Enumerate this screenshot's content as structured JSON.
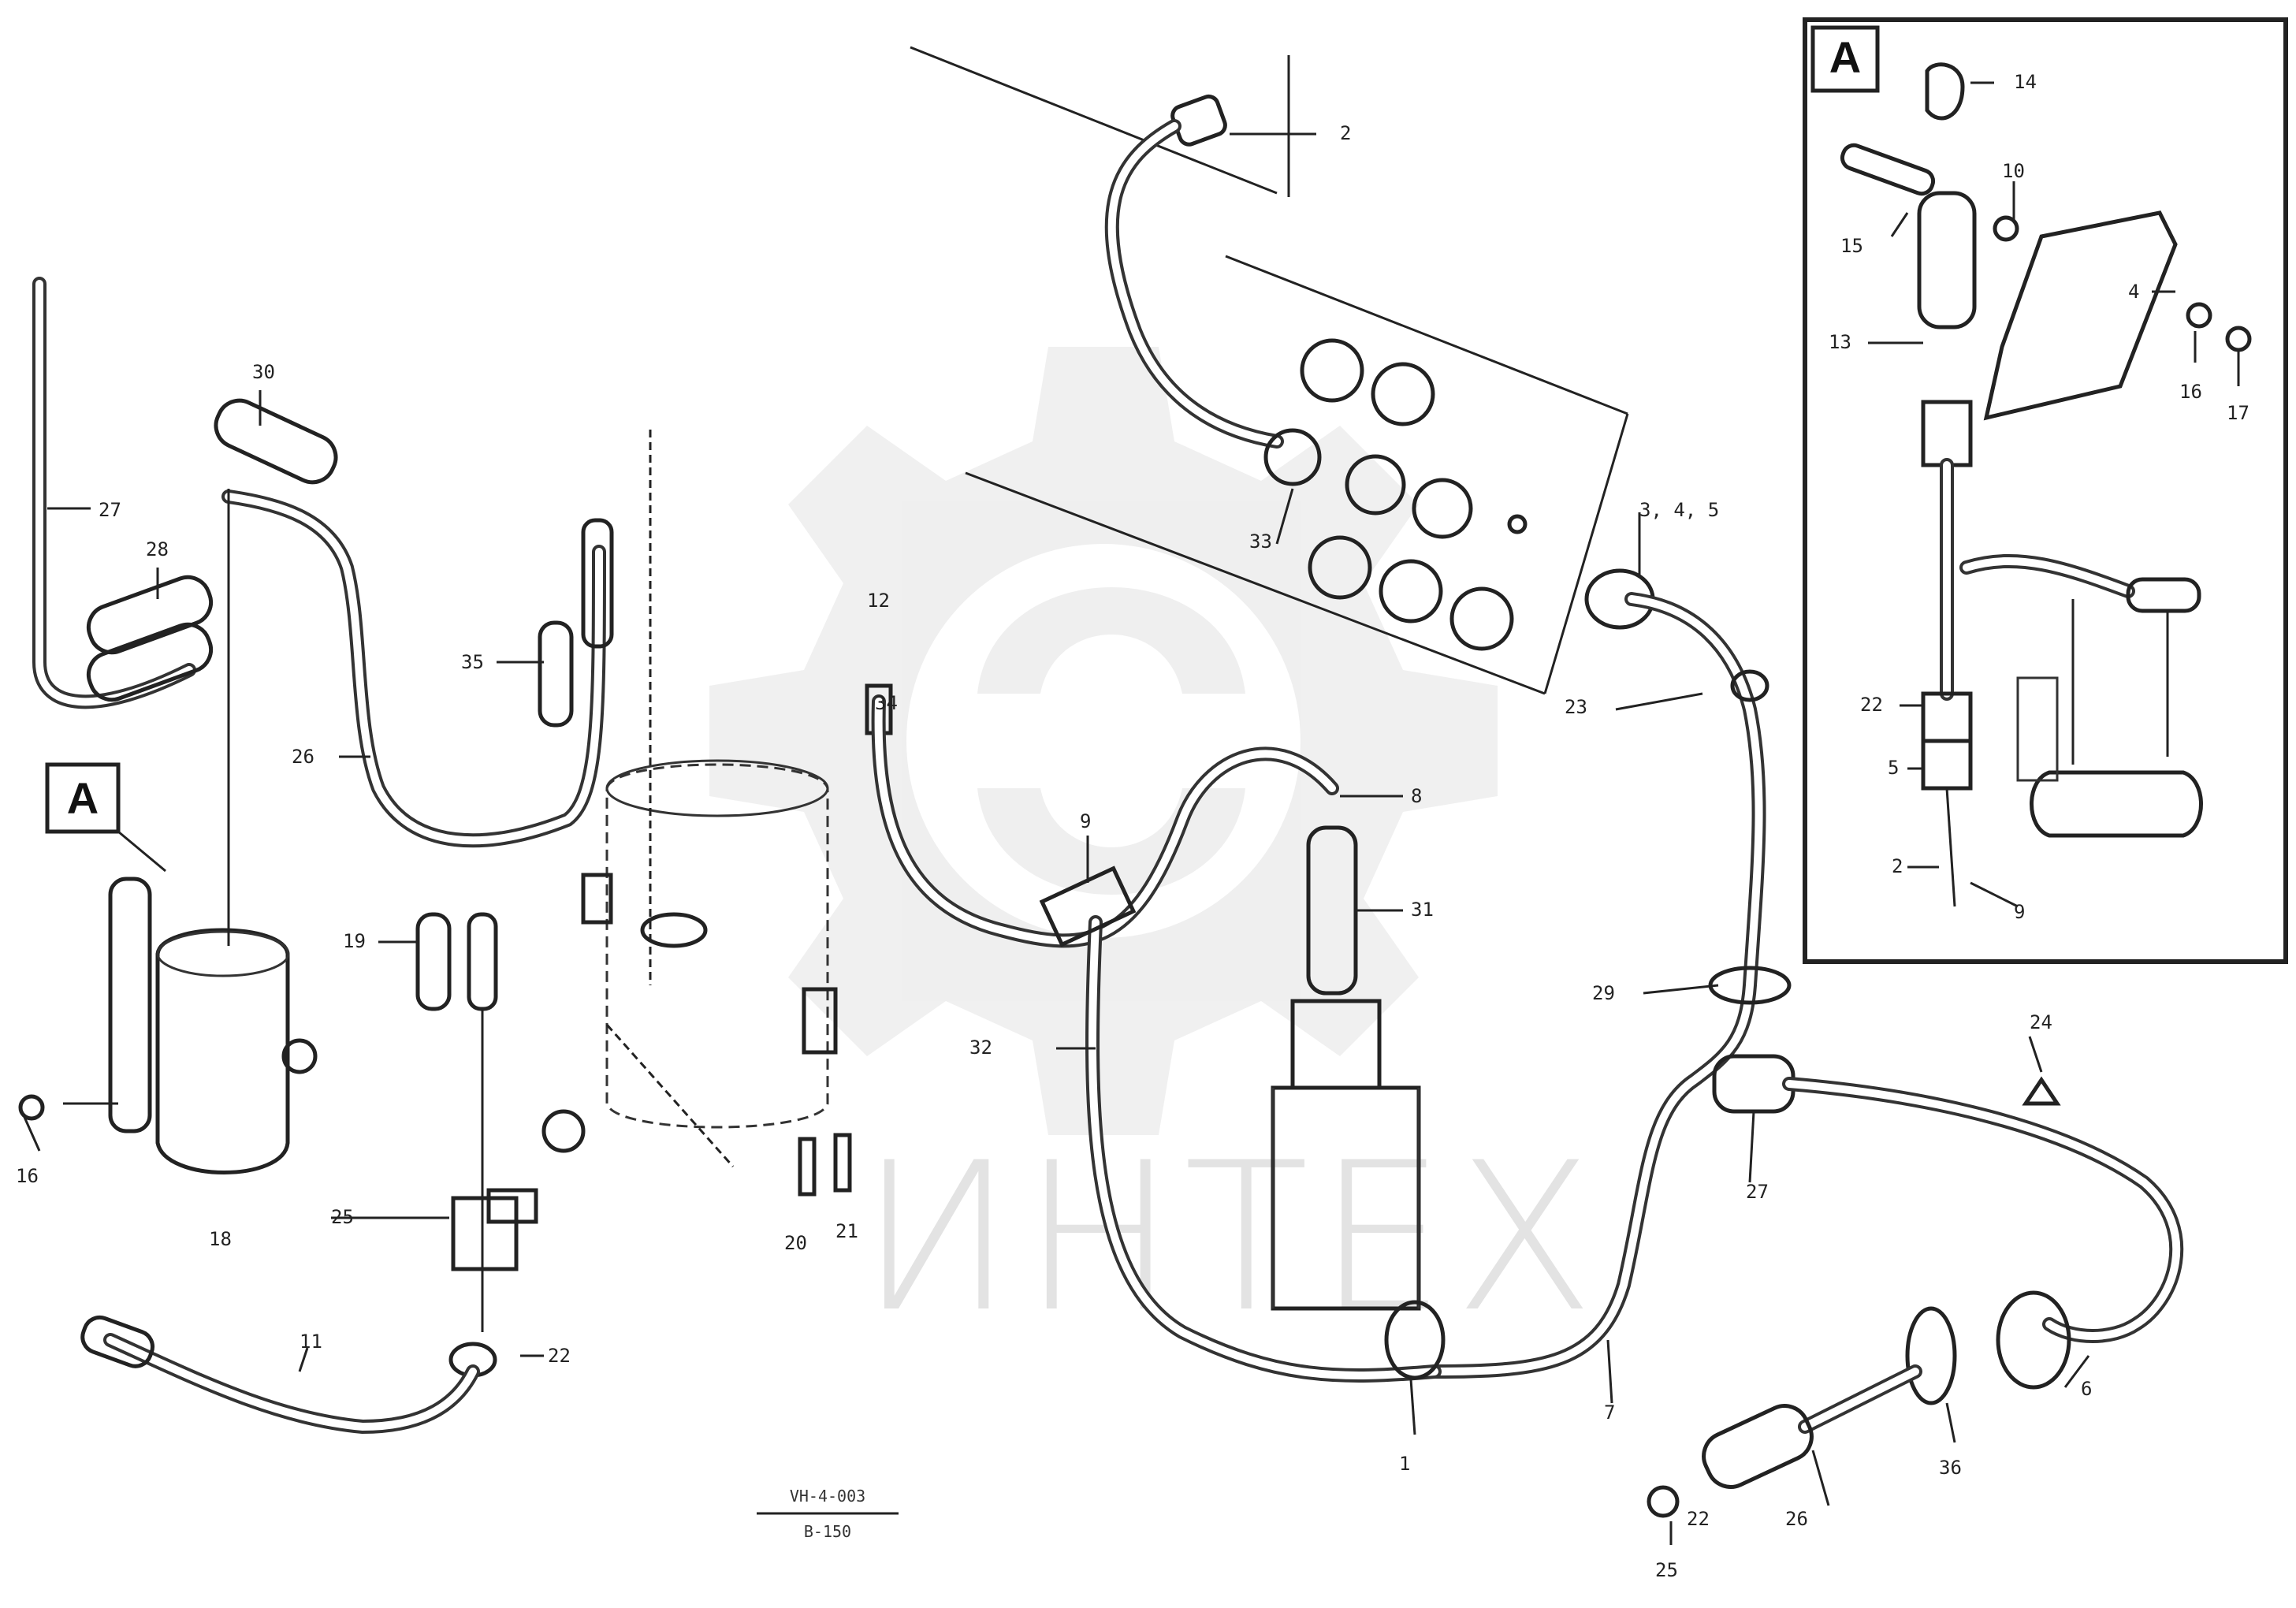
{
  "watermark": {
    "text": "ИНТЕХ",
    "icon": "gear-logo-icon"
  },
  "detail_callouts": {
    "left": "A",
    "inset": "A"
  },
  "labels": {
    "n2_top": "2",
    "n345": "3, 4, 5",
    "n27_left": "27",
    "n30": "30",
    "n28": "28",
    "n35": "35",
    "n26_left": "26",
    "n19_left": "19",
    "n33_mid": "33",
    "n12": "12",
    "n34": "34",
    "n20_a": "20",
    "n21_a": "21",
    "n18_left": "18",
    "n16_left": "16",
    "n25_left": "25",
    "n11": "11",
    "n22_left": "22",
    "n9_left": "9",
    "n8": "8",
    "n31": "31",
    "n32": "32",
    "n23": "23",
    "n29_right": "29",
    "n24": "24",
    "n27_right": "27",
    "n6": "6",
    "n7": "7",
    "n1": "1",
    "n36": "36",
    "n26_bottom": "26",
    "n25_bottom": "25",
    "n22_bottom": "22",
    "n14": "14",
    "n10": "10",
    "n15": "15",
    "n13": "13",
    "n4": "4",
    "n16_inset": "16",
    "n17": "17",
    "n22_inset": "22",
    "n5": "5",
    "n2_inset": "2",
    "n9_inset": "9"
  },
  "drawing_number": {
    "top": "VH-4-003",
    "bottom": "B-150"
  }
}
